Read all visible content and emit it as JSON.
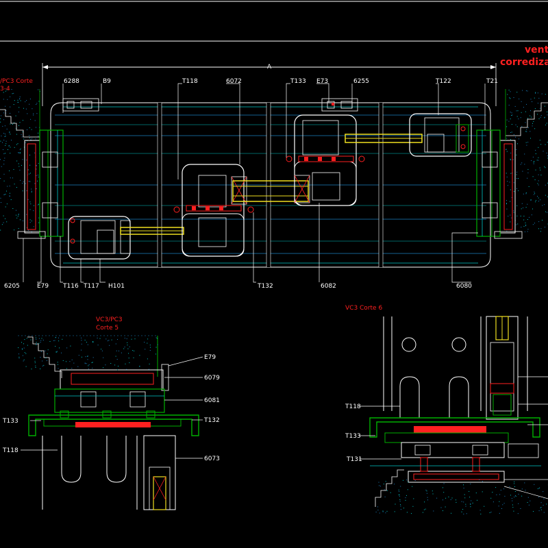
{
  "colors": {
    "background": "#000000",
    "profile": "#ffffff",
    "glass": "#00c8c8",
    "guide": "#1a7fbf",
    "frame_green": "#00b000",
    "seal_red": "#ff2020",
    "glass_yellow": "#f0e020",
    "leader": "#ffffff",
    "annotation": "#ff2020"
  },
  "title": {
    "line1": "vent",
    "line2": "corrediza"
  },
  "plan_view": {
    "section_label": {
      "line1": "/PC3  Corte",
      "line2": "3-4"
    },
    "dimension_label": "A",
    "top_labels": [
      "6288",
      "B9",
      "T118",
      "6072",
      "T133",
      "E73",
      "6255",
      "T122",
      "T21"
    ],
    "bottom_labels": [
      "6205",
      "E79",
      "T116",
      "T117",
      "H101",
      "T132",
      "6082",
      "6080"
    ]
  },
  "detail_left": {
    "title_line1": "VC3/PC3",
    "title_line2": "Corte 5",
    "labels": [
      "E79",
      "6079",
      "6081",
      "T133",
      "T132",
      "T118",
      "6073"
    ]
  },
  "detail_right": {
    "title": "VC3  Corte 6",
    "labels": [
      "T118",
      "T133",
      "T131"
    ]
  }
}
